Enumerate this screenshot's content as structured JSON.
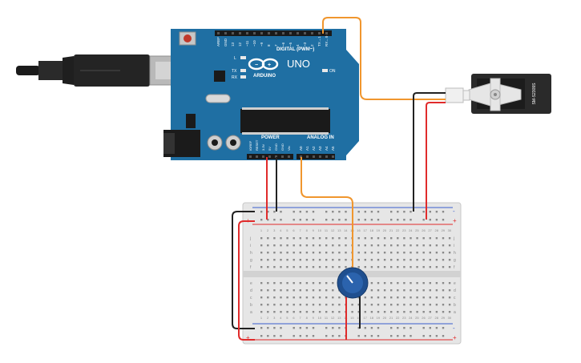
{
  "arduino": {
    "model": "UNO",
    "brand": "ARDUINO",
    "digital_header": "DIGITAL (PWM~)",
    "analog_header": "ANALOG IN",
    "power_header": "POWER",
    "on_led_label": "ON",
    "led_labels": {
      "l": "L",
      "tx": "TX",
      "rx": "RX"
    },
    "digital_pins": [
      "AREF",
      "GND",
      "13",
      "12",
      "~11",
      "~10",
      "~9",
      "8",
      "7",
      "~6",
      "~5",
      "4",
      "~3",
      "2",
      "TX→1",
      "RX←0"
    ],
    "power_pins": [
      "IOREF",
      "RESET",
      "3.3V",
      "5V",
      "GND",
      "GND",
      "Vin"
    ],
    "analog_pins": [
      "A0",
      "A1",
      "A2",
      "A3",
      "A4",
      "A5"
    ]
  },
  "servo": {
    "model": "SM-S2309S"
  },
  "breadboard": {
    "row_letters_top": [
      "j",
      "i",
      "h",
      "g",
      "f"
    ],
    "row_letters_bottom": [
      "e",
      "d",
      "c",
      "b",
      "a"
    ],
    "column_count": 30,
    "rail_plus": "+",
    "rail_minus": "-"
  },
  "colors": {
    "board": "#1f6fa3",
    "board_dark": "#165a87",
    "wire_orange": "#f0962e",
    "wire_red": "#e02b2b",
    "wire_black": "#222222",
    "breadboard": "#e6e6e6",
    "pot_blue": "#1f4f8f"
  }
}
